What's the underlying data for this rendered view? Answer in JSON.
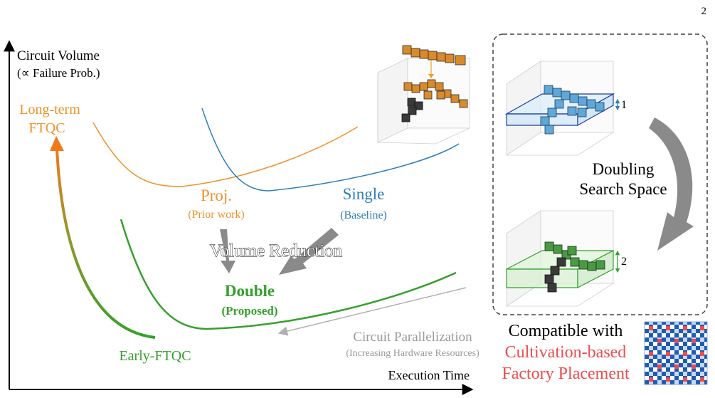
{
  "page_number": "2",
  "axes": {
    "y_label_line1": "Circuit Volume",
    "y_label_line2": "(∝ Failure Prob.)",
    "x_label": "Execution Time"
  },
  "curves": {
    "long_term_line1": "Long-term",
    "long_term_line2": "FTQC",
    "early": "Early-FTQC",
    "proj": "Proj.",
    "proj_sub": "(Prior work)",
    "single": "Single",
    "single_sub": "(Baseline)",
    "double": "Double",
    "double_sub": "(Proposed)",
    "volume_reduction": "Volume Reduction",
    "parallel_line1": "Circuit Parallelization",
    "parallel_line2": "(Increasing Hardware Resources)"
  },
  "panel": {
    "height_one": "1",
    "height_two": "2",
    "doubling_line1": "Doubling",
    "doubling_line2": "Search Space"
  },
  "compat": {
    "line1": "Compatible with",
    "line2": "Cultivation-based",
    "line3": "Factory Placement"
  },
  "colors": {
    "orange": "#f0922b",
    "blue": "#2e7fb8",
    "green": "#35a02c",
    "gray": "#9a9a9a",
    "red": "#ef4b4b"
  }
}
